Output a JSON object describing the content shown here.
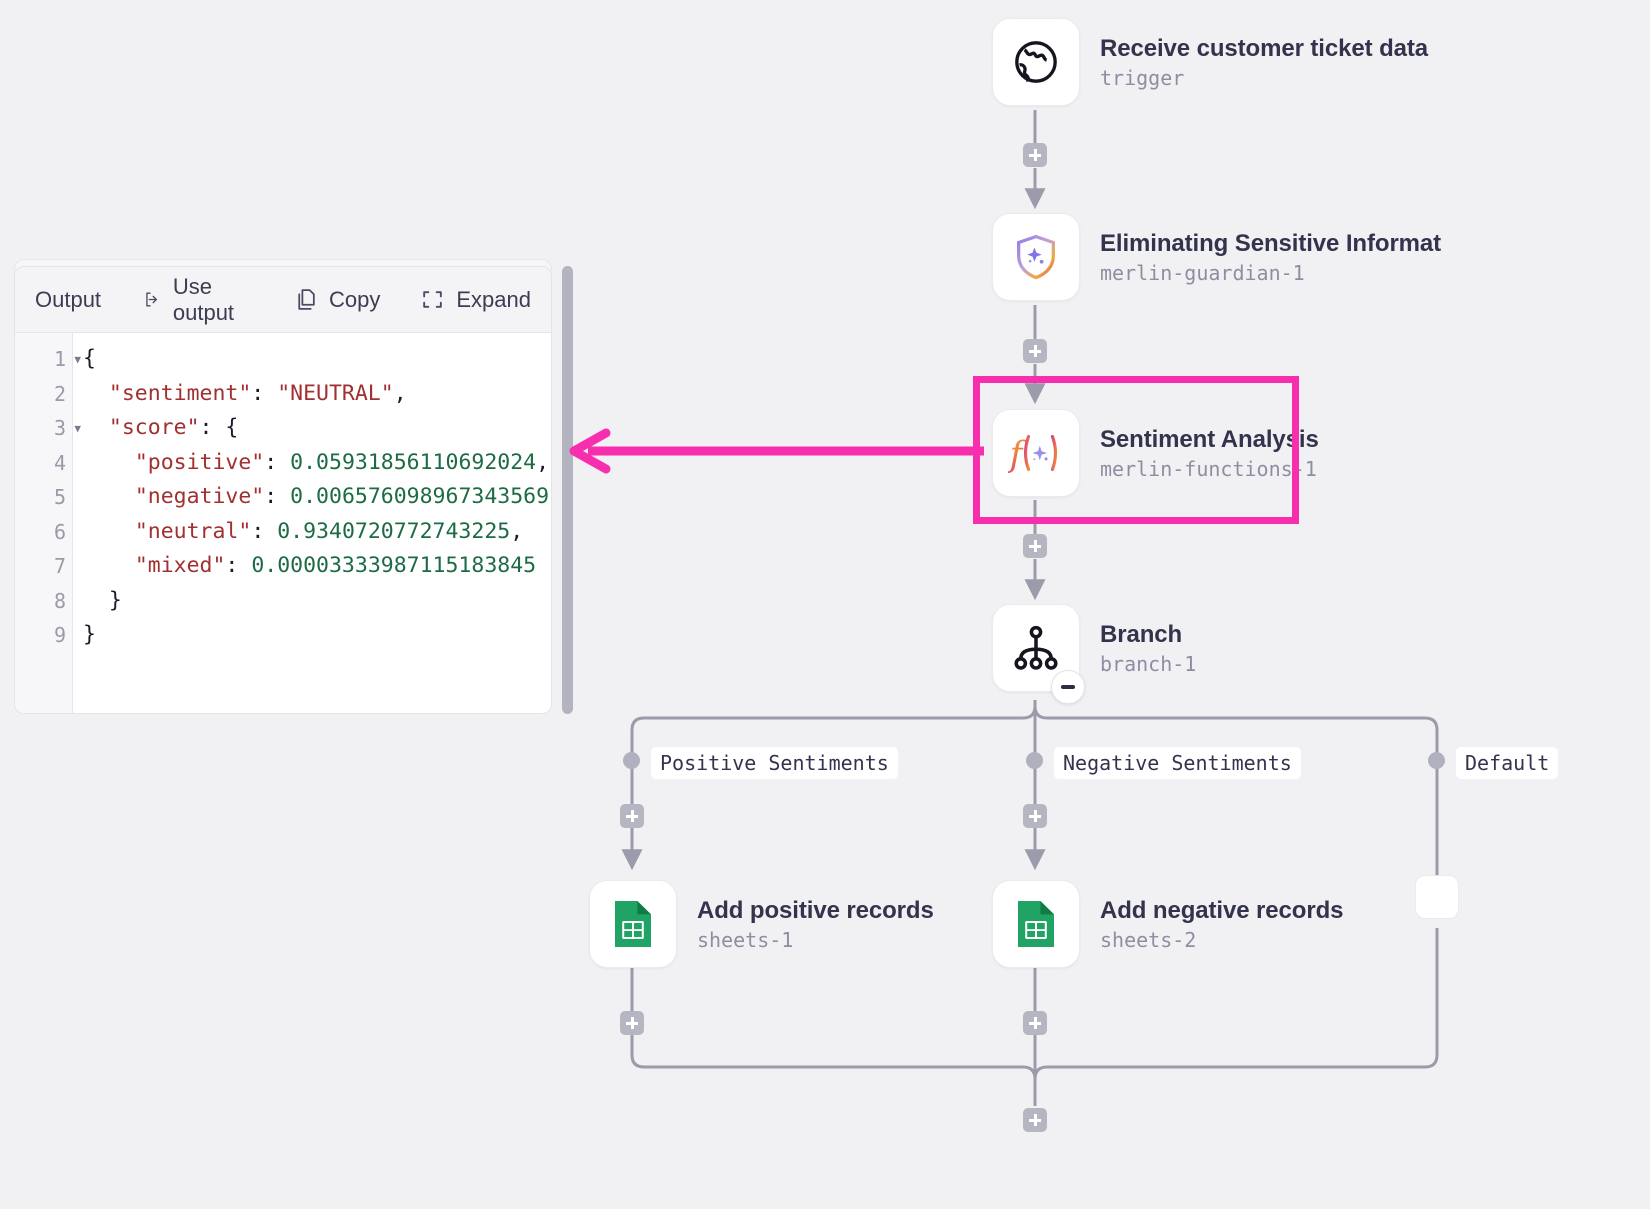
{
  "output_panel": {
    "label": "Output",
    "buttons": [
      {
        "id": "use-output",
        "label": "Use output",
        "icon": "arrow-out-of-bracket-icon"
      },
      {
        "id": "copy",
        "label": "Copy",
        "icon": "copy-icon"
      },
      {
        "id": "expand",
        "label": "Expand",
        "icon": "expand-corners-icon"
      }
    ],
    "code_lines": [
      {
        "num": "1",
        "foldable": true,
        "text": "{"
      },
      {
        "num": "2",
        "foldable": false,
        "text": "  \"sentiment\": \"NEUTRAL\","
      },
      {
        "num": "3",
        "foldable": true,
        "text": "  \"score\": {"
      },
      {
        "num": "4",
        "foldable": false,
        "text": "    \"positive\": 0.05931856110692024,"
      },
      {
        "num": "5",
        "foldable": false,
        "text": "    \"negative\": 0.006576098967343569,"
      },
      {
        "num": "6",
        "foldable": false,
        "text": "    \"neutral\": 0.9340720772743225,"
      },
      {
        "num": "7",
        "foldable": false,
        "text": "    \"mixed\": 0.00003333987115183845"
      },
      {
        "num": "8",
        "foldable": false,
        "text": "  }"
      },
      {
        "num": "9",
        "foldable": false,
        "text": "}"
      }
    ],
    "json_value": {
      "sentiment": "NEUTRAL",
      "score": {
        "positive": 0.05931856110692024,
        "negative": 0.006576098967343569,
        "neutral": 0.9340720772743225,
        "mixed": 3.333987115183845e-05
      }
    }
  },
  "annotation": {
    "color": "#f72fae",
    "target": "Sentiment Analysis"
  },
  "flow": {
    "nodes": [
      {
        "id": "trigger",
        "title": "Receive customer ticket data",
        "subtitle": "trigger",
        "icon": "globe-icon"
      },
      {
        "id": "guardian",
        "title": "Eliminating Sensitive Informat",
        "subtitle": "merlin-guardian-1",
        "icon": "shield-sparkle-icon"
      },
      {
        "id": "sentiment",
        "title": "Sentiment Analysis",
        "subtitle": "merlin-functions-1",
        "icon": "function-sparkle-icon"
      },
      {
        "id": "branch",
        "title": "Branch",
        "subtitle": "branch-1",
        "icon": "branch-tree-icon"
      },
      {
        "id": "sheets1",
        "title": "Add positive records",
        "subtitle": "sheets-1",
        "icon": "google-sheets-icon"
      },
      {
        "id": "sheets2",
        "title": "Add negative records",
        "subtitle": "sheets-2",
        "icon": "google-sheets-icon"
      }
    ],
    "branch_labels": [
      {
        "id": "positive",
        "label": "Positive Sentiments"
      },
      {
        "id": "negative",
        "label": "Negative Sentiments"
      },
      {
        "id": "default",
        "label": "Default"
      }
    ]
  }
}
